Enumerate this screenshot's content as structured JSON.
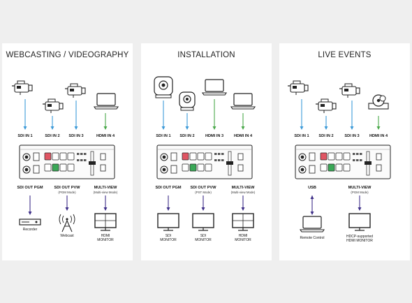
{
  "colors": {
    "sdi_arrow": "#3d9ad8",
    "hdmi_arrow": "#4aa84a",
    "output_arrow": "#3e2f88",
    "btn_red": "#e05563",
    "btn_green": "#3aa857",
    "device_outline": "#222222"
  },
  "panels": [
    {
      "title": "WEBCASTING / VIDEOGRAPHY",
      "inputs": [
        "SDI IN 1",
        "SDI IN 2",
        "SDI IN 3",
        "HDMI IN 4"
      ],
      "input_sources": [
        "camcorder-icon",
        "camcorder-icon",
        "camcorder-icon",
        "laptop-icon"
      ],
      "outputs": [
        {
          "label": "SDI OUT PGM",
          "sub": "",
          "device": "Recorder"
        },
        {
          "label": "SDI OUT PVW",
          "sub": "(PGM Mode)",
          "device": "Webcast"
        },
        {
          "label": "MULTI-VIEW",
          "sub": "(Multi-view Mode)",
          "device": "HDMI\nMONITOR"
        }
      ]
    },
    {
      "title": "INSTALLATION",
      "inputs": [
        "SDI IN 1",
        "SDI IN 2",
        "HDMI IN 3",
        "HDMI IN 4"
      ],
      "input_sources": [
        "ptz-camera-icon",
        "ptz-camera-icon",
        "laptop-icon",
        "laptop-icon"
      ],
      "outputs": [
        {
          "label": "SDI OUT PGM",
          "sub": "",
          "device": "SDI\nMONITOR"
        },
        {
          "label": "SDI OUT PVW",
          "sub": "(PST Mode)",
          "device": "SDI\nMONITOR"
        },
        {
          "label": "MULTI-VIEW",
          "sub": "(Multi-view Mode)",
          "device": "HDMI\nMONITOR"
        }
      ]
    },
    {
      "title": "LIVE EVENTS",
      "inputs": [
        "SDI IN 1",
        "SDI IN 2",
        "SDI IN 3",
        "HDMI IN 4"
      ],
      "input_sources": [
        "camcorder-icon",
        "camcorder-icon",
        "camcorder-icon",
        "disc-player-icon"
      ],
      "outputs": [
        {
          "label": "USB",
          "sub": "",
          "device": "Remote Control"
        },
        {
          "label": "MULTI-VIEW",
          "sub": "(PGM Mode)",
          "device": "HDCP-supported\nHDMI MONITOR"
        }
      ]
    }
  ]
}
